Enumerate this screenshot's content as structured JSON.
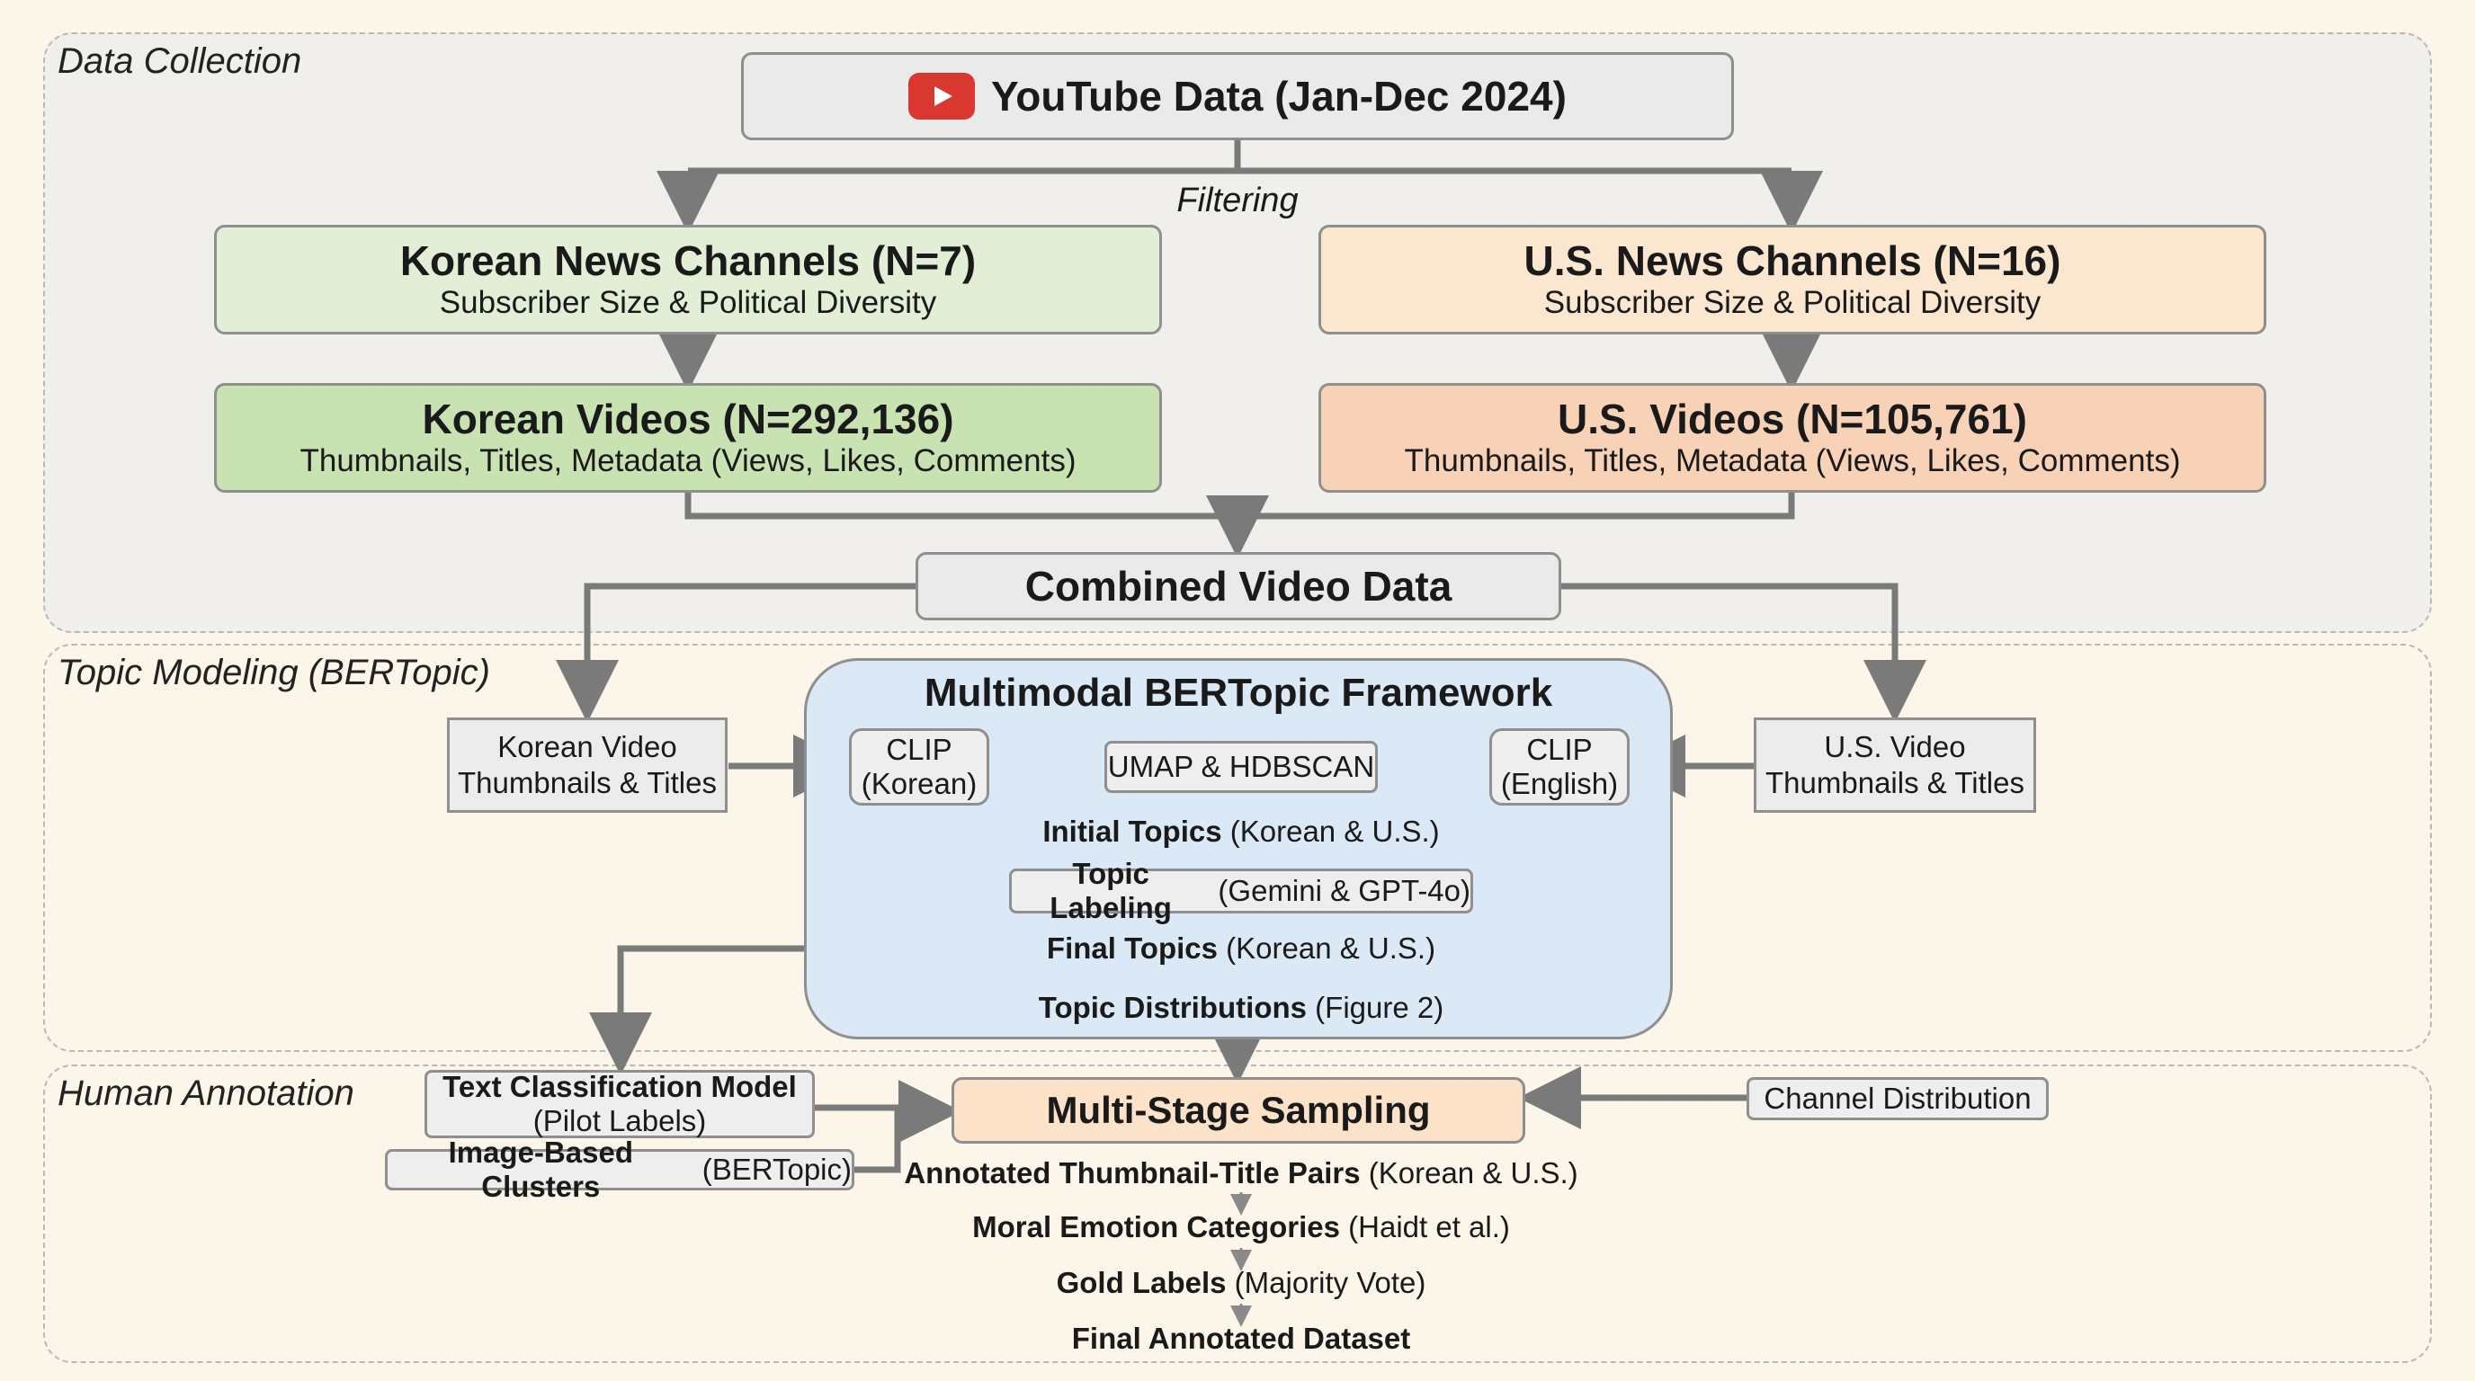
{
  "sections": {
    "data_collection": "Data Collection",
    "topic_modeling": "Topic Modeling (BERTopic)",
    "human_annotation": "Human Annotation"
  },
  "source": {
    "title": "YouTube Data (Jan-Dec 2024)",
    "icon": "youtube-play-icon"
  },
  "filtering": "Filtering",
  "korean_channels": {
    "title": "Korean News Channels (N=7)",
    "sub": "Subscriber Size & Political Diversity"
  },
  "us_channels": {
    "title": "U.S. News Channels (N=16)",
    "sub": "Subscriber Size & Political Diversity"
  },
  "korean_videos": {
    "title": "Korean Videos (N=292,136)",
    "sub": "Thumbnails, Titles, Metadata (Views, Likes, Comments)"
  },
  "us_videos": {
    "title": "U.S. Videos (N=105,761)",
    "sub": "Thumbnails, Titles, Metadata (Views, Likes, Comments)"
  },
  "combined": "Combined Video Data",
  "korean_inputs": {
    "line1": "Korean Video",
    "line2": "Thumbnails & Titles"
  },
  "us_inputs": {
    "line1": "U.S. Video",
    "line2": "Thumbnails & Titles"
  },
  "framework": {
    "title": "Multimodal BERTopic Framework",
    "clip_korean": {
      "line1": "CLIP",
      "line2": "(Korean)"
    },
    "clip_english": {
      "line1": "CLIP",
      "line2": "(English)"
    },
    "umap": "UMAP & HDBSCAN",
    "initial_topics": {
      "bold": "Initial Topics",
      "rest": " (Korean & U.S.)"
    },
    "topic_labeling": {
      "bold": "Topic Labeling",
      "rest": " (Gemini & GPT-4o)"
    },
    "final_topics": {
      "bold": "Final Topics",
      "rest": " (Korean & U.S.)"
    },
    "topic_distributions": {
      "bold": "Topic Distributions",
      "rest": " (Figure 2)"
    }
  },
  "annotation": {
    "text_model": {
      "line1": "Text Classification Model",
      "line2": "(Pilot Labels)"
    },
    "image_clusters": {
      "bold": "Image-Based Clusters",
      "rest": " (BERTopic)"
    },
    "sampling": "Multi-Stage Sampling",
    "channel_distribution": "Channel Distribution",
    "pairs": {
      "bold": "Annotated Thumbnail-Title Pairs",
      "rest": " (Korean & U.S.)"
    },
    "categories": {
      "bold": "Moral Emotion Categories",
      "rest": " (Haidt et al.)"
    },
    "gold": {
      "bold": "Gold Labels",
      "rest": " (Majority Vote)"
    },
    "final": "Final Annotated Dataset"
  },
  "colors": {
    "green_light": "#e2efd6",
    "green": "#c9e2b2",
    "peach_light": "#fbe6cf",
    "peach": "#f7d2b6",
    "blue": "#dbe8f5",
    "sampling": "#fbe2c8",
    "arrow": "#7a7a7a",
    "youtube": "#d9372f"
  }
}
